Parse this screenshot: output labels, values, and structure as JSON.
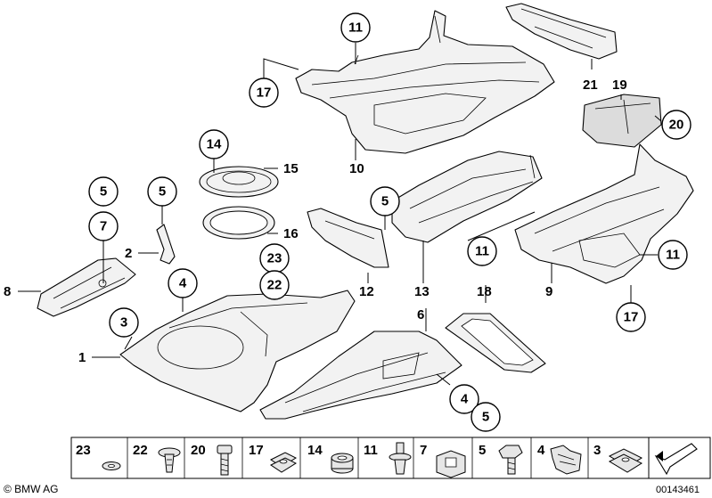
{
  "callouts": [
    {
      "label": "11"
    },
    {
      "label": "17"
    },
    {
      "label": "14"
    },
    {
      "label": "5"
    },
    {
      "label": "5"
    },
    {
      "label": "7"
    },
    {
      "label": "5"
    },
    {
      "label": "23"
    },
    {
      "label": "22"
    },
    {
      "label": "4"
    },
    {
      "label": "3"
    },
    {
      "label": "11"
    },
    {
      "label": "20"
    },
    {
      "label": "11"
    },
    {
      "label": "17"
    },
    {
      "label": "4"
    },
    {
      "label": "5"
    }
  ],
  "plain_labels": [
    {
      "label": "10"
    },
    {
      "label": "15"
    },
    {
      "label": "16"
    },
    {
      "label": "2"
    },
    {
      "label": "8"
    },
    {
      "label": "1"
    },
    {
      "label": "12"
    },
    {
      "label": "13"
    },
    {
      "label": "6"
    },
    {
      "label": "18"
    },
    {
      "label": "9"
    },
    {
      "label": "21"
    },
    {
      "label": "19"
    }
  ],
  "legend": [
    {
      "label": "23",
      "icon": "washer-icon"
    },
    {
      "label": "22",
      "icon": "expanding-rivet-icon"
    },
    {
      "label": "20",
      "icon": "bolt-icon"
    },
    {
      "label": "17",
      "icon": "clip-nut-icon"
    },
    {
      "label": "14",
      "icon": "grommet-icon"
    },
    {
      "label": "11",
      "icon": "push-rivet-icon"
    },
    {
      "label": "7",
      "icon": "clamp-block-icon"
    },
    {
      "label": "5",
      "icon": "screw-icon"
    },
    {
      "label": "4",
      "icon": "spring-clip-icon"
    },
    {
      "label": "3",
      "icon": "speed-nut-icon"
    },
    {
      "label": "",
      "icon": "direction-arrow-icon"
    }
  ],
  "brand": "© BMW AG",
  "doc_number": "00143461"
}
